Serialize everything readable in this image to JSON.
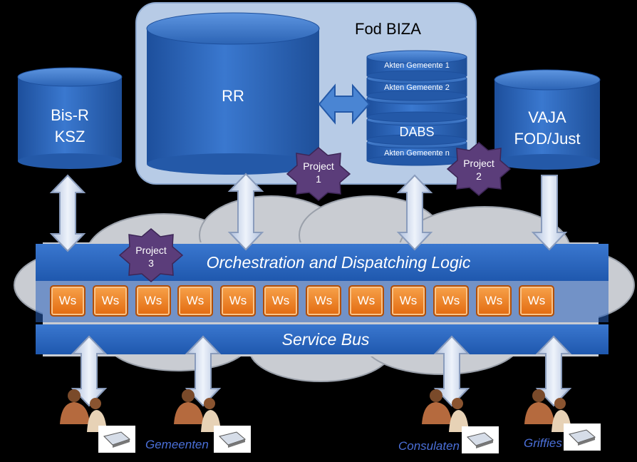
{
  "fod_biza": {
    "title": "Fod BIZA"
  },
  "databases": {
    "rr": "RR",
    "bisr_line1": "Bis-R",
    "bisr_line2": "KSZ",
    "vaja_line1": "VAJA",
    "vaja_line2": "FOD/Just",
    "dabs": {
      "label": "DABS",
      "items": [
        "Akten Gemeente 1",
        "Akten Gemeente 2",
        "Akten Gemeente n"
      ]
    }
  },
  "projects": [
    {
      "label": "Project",
      "number": "1"
    },
    {
      "label": "Project",
      "number": "2"
    },
    {
      "label": "Project",
      "number": "3"
    }
  ],
  "orchestration": {
    "label": "Orchestration and Dispatching Logic"
  },
  "web_services": {
    "label": "Ws",
    "count": 12
  },
  "service_bus": {
    "label": "Service Bus"
  },
  "clients": [
    "Gemeenten",
    "Consulaten",
    "Griffies"
  ],
  "colors": {
    "background": "#000000",
    "fod_panel": "#b7cbe6",
    "cylinder_blue": "#2f6bc2",
    "bar_blue": "#2a63be",
    "cloud": "#c9ccd2",
    "ws_orange": "#ee7d1f",
    "star_purple": "#5b3d7a",
    "arrow_fill": "#dce6f4",
    "client_label": "#4a6fd8"
  }
}
